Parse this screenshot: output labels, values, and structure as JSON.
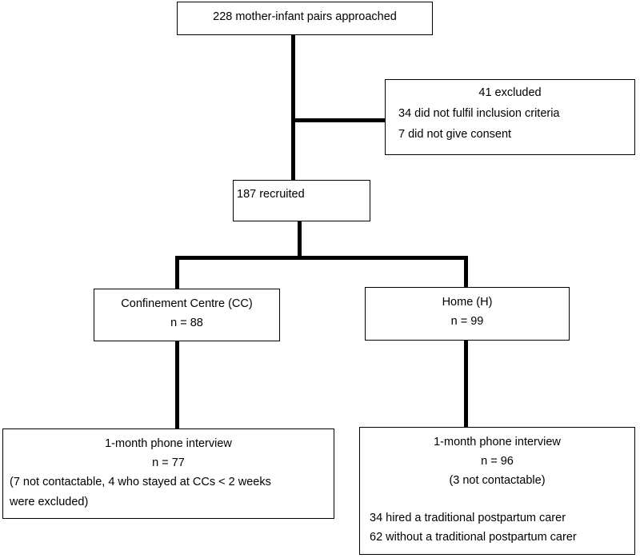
{
  "approached": {
    "label": "228 mother-infant pairs approached"
  },
  "excluded": {
    "title": "41 excluded",
    "line1": "34 did not fulfil inclusion criteria",
    "line2": "7 did not give consent"
  },
  "recruited": {
    "label": "187 recruited"
  },
  "cc": {
    "title": "Confinement Centre (CC)",
    "n": "n = 88"
  },
  "home": {
    "title": "Home (H)",
    "n": "n = 99"
  },
  "cc_followup": {
    "title": "1-month phone interview",
    "n": "n = 77",
    "note1": "(7 not contactable, 4 who stayed at CCs < 2 weeks",
    "note2": "were excluded)"
  },
  "home_followup": {
    "title": "1-month phone interview",
    "n": "n = 96",
    "note": "(3 not contactable)",
    "line1": "34 hired a traditional postpartum carer",
    "line2": "62 without a traditional postpartum carer"
  }
}
